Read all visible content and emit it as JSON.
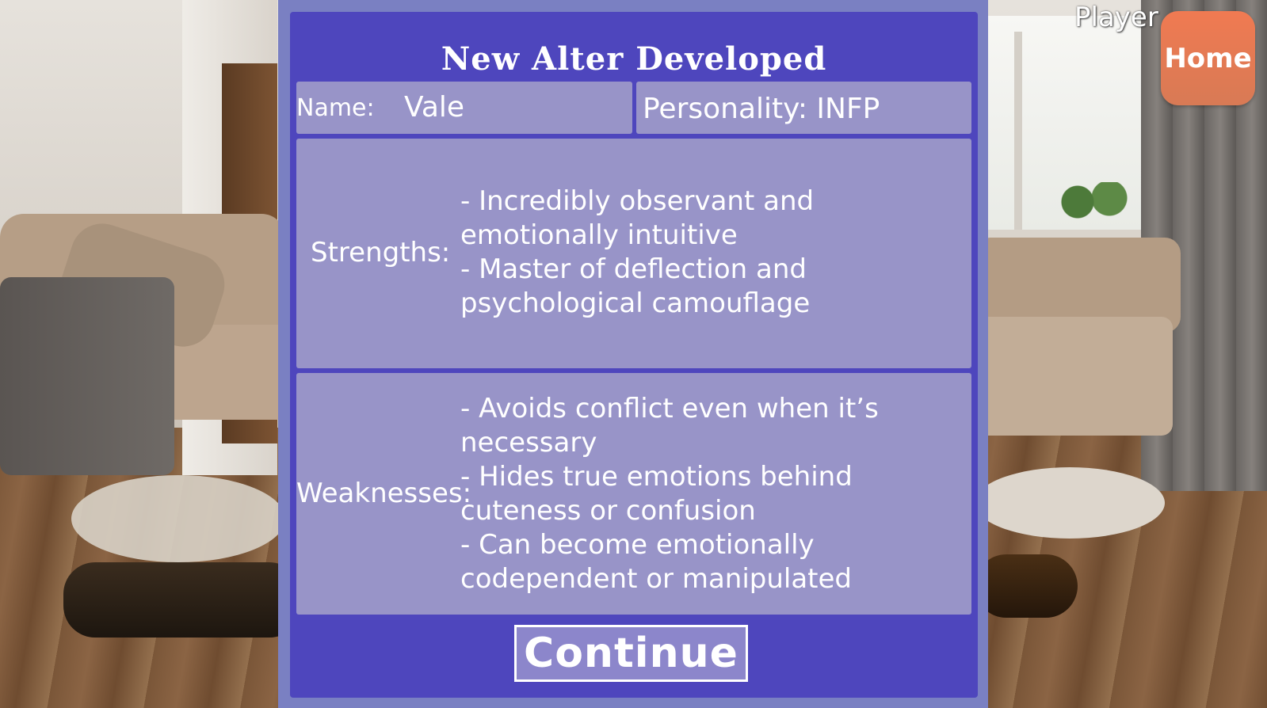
{
  "header": {
    "player_label": "Player",
    "home_label": "Home"
  },
  "dialog": {
    "title": "New Alter Developed",
    "name_label": "Name:",
    "name_value": "Vale",
    "personality_text": "Personality: INFP",
    "strengths_label": "Strengths:",
    "strengths": [
      "- Incredibly observant and emotionally intuitive",
      "- Master of deflection and psychological camouflage"
    ],
    "weaknesses_label": "Weaknesses:",
    "weaknesses": [
      "- Avoids conflict even when it’s necessary",
      "- Hides true emotions behind cuteness or confusion",
      "- Can become emotionally codependent or manipulated"
    ],
    "continue_label": "Continue"
  },
  "colors": {
    "dialog_bg": "#4e46bd",
    "panel_bg": "#9894c8",
    "frame": "#7a80c2",
    "home_button": "#e8785a"
  }
}
